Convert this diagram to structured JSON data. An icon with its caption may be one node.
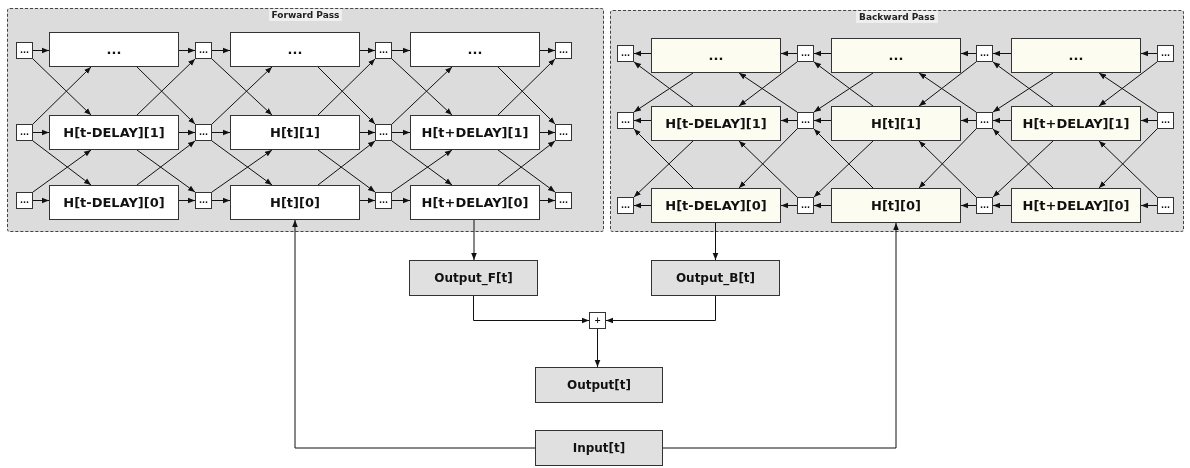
{
  "diagram": {
    "nodes": [
      {
        "text": [
          "Forward Pass"
        ]
      },
      {
        "text": [
          "..."
        ],
        "in": 0
      },
      {
        "text": [
          "..."
        ],
        "in": 0
      },
      {
        "text": [
          "..."
        ],
        "in": 0
      },
      {
        "text": [
          "..."
        ],
        "in": 0
      },
      {
        "text": [
          "..."
        ],
        "in": 0
      },
      {
        "text": [
          "..."
        ],
        "in": 0
      },
      {
        "text": [
          "..."
        ],
        "in": 0
      },
      {
        "text": [
          "..."
        ],
        "in": 0
      },
      {
        "text": [
          "H[t-DELAY][1]"
        ],
        "in": 0
      },
      {
        "text": [
          "..."
        ],
        "in": 0
      },
      {
        "text": [
          "H[t][1]"
        ],
        "in": 0
      },
      {
        "text": [
          "..."
        ],
        "in": 0
      },
      {
        "text": [
          "H[t+DELAY][1]"
        ],
        "in": 0
      },
      {
        "text": [
          "..."
        ],
        "in": 0
      },
      {
        "text": [
          "..."
        ],
        "in": 0
      },
      {
        "text": [
          "H[t-DELAY][0]"
        ],
        "in": 0
      },
      {
        "text": [
          "..."
        ],
        "in": 0
      },
      {
        "text": [
          "H[t][0]"
        ],
        "in": 0
      },
      {
        "text": [
          "..."
        ],
        "in": 0
      },
      {
        "text": [
          "H[t+DELAY][0]"
        ],
        "in": 0
      },
      {
        "text": [
          "..."
        ],
        "in": 0
      },
      {
        "text": [
          "Backward Pass"
        ]
      },
      {
        "text": [
          "..."
        ],
        "in": 22
      },
      {
        "text": [
          "..."
        ],
        "in": 22
      },
      {
        "text": [
          "..."
        ],
        "in": 22
      },
      {
        "text": [
          "..."
        ],
        "in": 22
      },
      {
        "text": [
          "..."
        ],
        "in": 22
      },
      {
        "text": [
          "..."
        ],
        "in": 22
      },
      {
        "text": [
          "..."
        ],
        "in": 22
      },
      {
        "text": [
          "..."
        ],
        "in": 22
      },
      {
        "text": [
          "H[t-DELAY][1]"
        ],
        "in": 22
      },
      {
        "text": [
          "..."
        ],
        "in": 22
      },
      {
        "text": [
          "H[t][1]"
        ],
        "in": 22
      },
      {
        "text": [
          "..."
        ],
        "in": 22
      },
      {
        "text": [
          "H[t+DELAY][1]"
        ],
        "in": 22
      },
      {
        "text": [
          "..."
        ],
        "in": 22
      },
      {
        "text": [
          "..."
        ],
        "in": 22
      },
      {
        "text": [
          "H[t-DELAY][0]"
        ],
        "in": 22
      },
      {
        "text": [
          "..."
        ],
        "in": 22
      },
      {
        "text": [
          "H[t][0]"
        ],
        "in": 22
      },
      {
        "text": [
          "..."
        ],
        "in": 22
      },
      {
        "text": [
          "H[t+DELAY][0]"
        ],
        "in": 22
      },
      {
        "text": [
          "..."
        ],
        "in": 22
      },
      {
        "text": [
          "Output_F[t]"
        ]
      },
      {
        "text": [
          "Output_B[t]"
        ]
      },
      {
        "text": [
          "+"
        ]
      },
      {
        "text": [
          "Output[t]"
        ]
      },
      {
        "text": [
          "Input[t]"
        ]
      }
    ],
    "edges": [
      {
        "from": 1,
        "to": 2,
        "arrow": "to"
      },
      {
        "from": 1,
        "to": 9,
        "arrow": "to"
      },
      {
        "from": 8,
        "to": 9,
        "arrow": "to"
      },
      {
        "from": 8,
        "to": 2,
        "arrow": "to"
      },
      {
        "from": 8,
        "to": 16,
        "arrow": "to"
      },
      {
        "from": 15,
        "to": 16,
        "arrow": "to"
      },
      {
        "from": 15,
        "to": 9,
        "arrow": "to"
      },
      {
        "from": 2,
        "to": 3,
        "arrow": "to"
      },
      {
        "from": 2,
        "to": 10,
        "arrow": "to"
      },
      {
        "from": 9,
        "to": 10,
        "arrow": "to"
      },
      {
        "from": 9,
        "to": 3,
        "arrow": "to"
      },
      {
        "from": 9,
        "to": 17,
        "arrow": "to"
      },
      {
        "from": 16,
        "to": 17,
        "arrow": "to"
      },
      {
        "from": 16,
        "to": 10,
        "arrow": "to"
      },
      {
        "from": 3,
        "to": 4,
        "arrow": "to"
      },
      {
        "from": 3,
        "to": 11,
        "arrow": "to"
      },
      {
        "from": 10,
        "to": 11,
        "arrow": "to"
      },
      {
        "from": 10,
        "to": 4,
        "arrow": "to"
      },
      {
        "from": 10,
        "to": 18,
        "arrow": "to"
      },
      {
        "from": 17,
        "to": 18,
        "arrow": "to"
      },
      {
        "from": 17,
        "to": 11,
        "arrow": "to"
      },
      {
        "from": 4,
        "to": 5,
        "arrow": "to"
      },
      {
        "from": 4,
        "to": 12,
        "arrow": "to"
      },
      {
        "from": 11,
        "to": 12,
        "arrow": "to"
      },
      {
        "from": 11,
        "to": 5,
        "arrow": "to"
      },
      {
        "from": 11,
        "to": 19,
        "arrow": "to"
      },
      {
        "from": 18,
        "to": 19,
        "arrow": "to"
      },
      {
        "from": 18,
        "to": 12,
        "arrow": "to"
      },
      {
        "from": 5,
        "to": 6,
        "arrow": "to"
      },
      {
        "from": 5,
        "to": 13,
        "arrow": "to"
      },
      {
        "from": 12,
        "to": 13,
        "arrow": "to"
      },
      {
        "from": 12,
        "to": 6,
        "arrow": "to"
      },
      {
        "from": 12,
        "to": 20,
        "arrow": "to"
      },
      {
        "from": 19,
        "to": 20,
        "arrow": "to"
      },
      {
        "from": 19,
        "to": 13,
        "arrow": "to"
      },
      {
        "from": 6,
        "to": 7,
        "arrow": "to"
      },
      {
        "from": 6,
        "to": 14,
        "arrow": "to"
      },
      {
        "from": 13,
        "to": 14,
        "arrow": "to"
      },
      {
        "from": 13,
        "to": 7,
        "arrow": "to"
      },
      {
        "from": 13,
        "to": 21,
        "arrow": "to"
      },
      {
        "from": 20,
        "to": 21,
        "arrow": "to"
      },
      {
        "from": 20,
        "to": 14,
        "arrow": "to"
      },
      {
        "from": 29,
        "to": 28,
        "arrow": "to"
      },
      {
        "from": 29,
        "to": 35,
        "arrow": "to"
      },
      {
        "from": 36,
        "to": 35,
        "arrow": "to"
      },
      {
        "from": 36,
        "to": 28,
        "arrow": "to"
      },
      {
        "from": 36,
        "to": 42,
        "arrow": "to"
      },
      {
        "from": 43,
        "to": 42,
        "arrow": "to"
      },
      {
        "from": 43,
        "to": 35,
        "arrow": "to"
      },
      {
        "from": 28,
        "to": 27,
        "arrow": "to"
      },
      {
        "from": 28,
        "to": 34,
        "arrow": "to"
      },
      {
        "from": 35,
        "to": 34,
        "arrow": "to"
      },
      {
        "from": 35,
        "to": 27,
        "arrow": "to"
      },
      {
        "from": 35,
        "to": 41,
        "arrow": "to"
      },
      {
        "from": 42,
        "to": 41,
        "arrow": "to"
      },
      {
        "from": 42,
        "to": 34,
        "arrow": "to"
      },
      {
        "from": 27,
        "to": 26,
        "arrow": "to"
      },
      {
        "from": 27,
        "to": 33,
        "arrow": "to"
      },
      {
        "from": 34,
        "to": 33,
        "arrow": "to"
      },
      {
        "from": 34,
        "to": 26,
        "arrow": "to"
      },
      {
        "from": 34,
        "to": 40,
        "arrow": "to"
      },
      {
        "from": 41,
        "to": 40,
        "arrow": "to"
      },
      {
        "from": 41,
        "to": 33,
        "arrow": "to"
      },
      {
        "from": 26,
        "to": 25,
        "arrow": "to"
      },
      {
        "from": 26,
        "to": 32,
        "arrow": "to"
      },
      {
        "from": 33,
        "to": 32,
        "arrow": "to"
      },
      {
        "from": 33,
        "to": 25,
        "arrow": "to"
      },
      {
        "from": 33,
        "to": 39,
        "arrow": "to"
      },
      {
        "from": 40,
        "to": 39,
        "arrow": "to"
      },
      {
        "from": 40,
        "to": 32,
        "arrow": "to"
      },
      {
        "from": 25,
        "to": 24,
        "arrow": "to"
      },
      {
        "from": 25,
        "to": 31,
        "arrow": "to"
      },
      {
        "from": 32,
        "to": 31,
        "arrow": "to"
      },
      {
        "from": 32,
        "to": 24,
        "arrow": "to"
      },
      {
        "from": 32,
        "to": 38,
        "arrow": "to"
      },
      {
        "from": 39,
        "to": 38,
        "arrow": "to"
      },
      {
        "from": 39,
        "to": 31,
        "arrow": "to"
      },
      {
        "from": 24,
        "to": 23,
        "arrow": "to"
      },
      {
        "from": 24,
        "to": 30,
        "arrow": "to"
      },
      {
        "from": 31,
        "to": 30,
        "arrow": "to"
      },
      {
        "from": 31,
        "to": 23,
        "arrow": "to"
      },
      {
        "from": 31,
        "to": 37,
        "arrow": "to"
      },
      {
        "from": 38,
        "to": 37,
        "arrow": "to"
      },
      {
        "from": 38,
        "to": 30,
        "arrow": "to"
      },
      {
        "from": 20,
        "to": 44,
        "arrow": "to"
      },
      {
        "from": 38,
        "to": 45,
        "arrow": "to"
      },
      {
        "from": 44,
        "to": 46,
        "arrow": "to"
      },
      {
        "from": 45,
        "to": 46,
        "arrow": "to"
      },
      {
        "from": 46,
        "to": 47,
        "arrow": "to"
      },
      {
        "from": 48,
        "to": 18,
        "arrow": "to"
      },
      {
        "from": 48,
        "to": 40,
        "arrow": "to"
      }
    ]
  }
}
